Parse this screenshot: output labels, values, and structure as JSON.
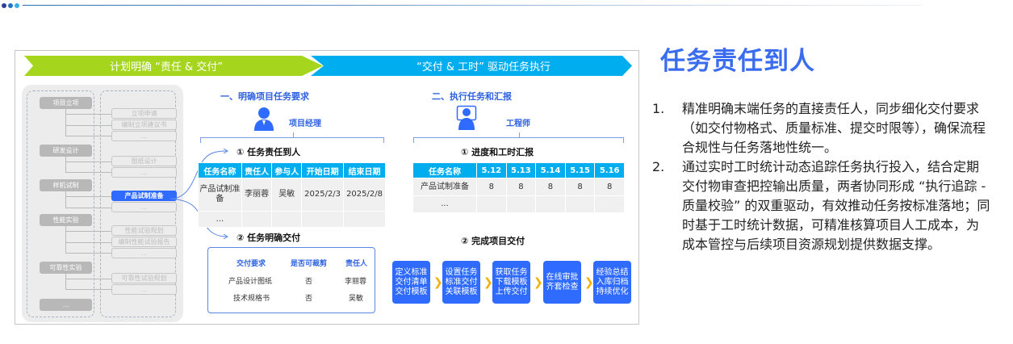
{
  "decor": {
    "dot_colors": [
      "#2d3e9a",
      "#1f74c9",
      "#37b0ea"
    ]
  },
  "banner": {
    "left_label": "计划明确 “责任 & 交付”",
    "right_label": "“交付 & 工时” 驱动任务执行",
    "left_color": "#a6d51e",
    "right_color": "#00aeef"
  },
  "tree": {
    "phases": [
      {
        "label": "项目立项",
        "subs": [
          "立项申请",
          "编制立项建议书",
          "..."
        ]
      },
      {
        "label": "研发设计",
        "subs": [
          "图纸设计",
          "..."
        ]
      },
      {
        "label": "样机试制",
        "subs": [
          "产品试制准备",
          "..."
        ]
      },
      {
        "label": "性能实验",
        "subs": [
          "性能试验规划",
          "编制性能试验报告",
          "..."
        ]
      },
      {
        "label": "可靠性实验",
        "subs": [
          "可靠性试验规划",
          "..."
        ]
      },
      {
        "label": "..."
      }
    ],
    "active_sub": "产品试制准备"
  },
  "section1": {
    "title": "一、明确项目任务要求",
    "role": "项目经理",
    "step1": {
      "title": "①  任务责任到人",
      "headers": [
        "任务名称",
        "责任人",
        "参与人",
        "开始日期",
        "结束日期"
      ],
      "rows": [
        [
          "产品试制准备",
          "李丽蓉",
          "吴敏",
          "2025/2/3",
          "2025/2/8"
        ],
        [
          "...",
          "",
          "",
          "",
          ""
        ]
      ]
    },
    "step2": {
      "title": "②  任务明确交付",
      "headers": [
        "交付要求",
        "是否可裁剪",
        "责任人"
      ],
      "rows": [
        [
          "产品设计图纸",
          "否",
          "李丽蓉"
        ],
        [
          "技术规格书",
          "否",
          "吴敏"
        ]
      ]
    }
  },
  "section2": {
    "title": "二、执行任务和汇报",
    "role": "工程师",
    "step1": {
      "title": "①  进度和工时汇报",
      "headers": [
        "任务名称",
        "5.12",
        "5.13",
        "5.14",
        "5.15",
        "5.16"
      ],
      "rows": [
        [
          "产品试制准备",
          "8",
          "8",
          "8",
          "8",
          "8"
        ],
        [
          "...",
          "",
          "",
          "",
          "",
          ""
        ]
      ]
    },
    "step2": {
      "title": "②  完成项目交付",
      "flow": [
        "定义标准交付清单交付模板",
        "设置任务标准交付关联模板",
        "获取任务下载模板上传交付",
        "在线审批齐套检查",
        "经验总结入库归档持续优化"
      ]
    }
  },
  "right": {
    "title": "任务责任到人",
    "title_color": "#3a6cf0",
    "items": [
      {
        "num": "1.",
        "text": "精准明确末端任务的直接责任人，同步细化交付要求（如交付物格式、质量标准、提交时限等），确保流程合规性与任务落地性统一。"
      },
      {
        "num": "2.",
        "text": "通过实时工时统计动态追踪任务执行投入，结合定期交付物审查把控输出质量，两者协同形成 “执行追踪 - 质量校验” 的双重驱动，有效推动任务按标准落地；同时基于工时统计数据，可精准核算项目人工成本，为成本管控与后续项目资源规划提供数据支撑。"
      }
    ]
  }
}
